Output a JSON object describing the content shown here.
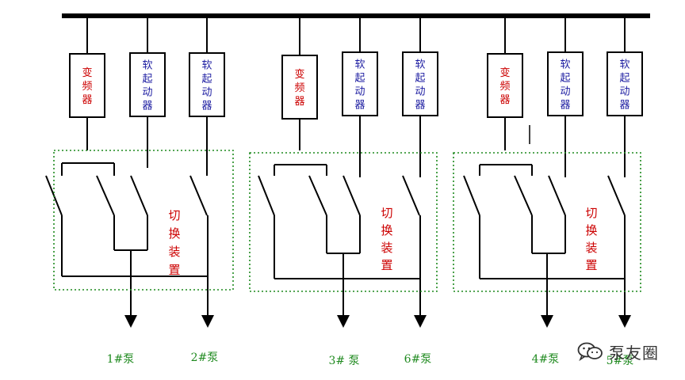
{
  "colors": {
    "line": "#000000",
    "box_border": "#000000",
    "vfd_text": "#cc0000",
    "soft_text": "#1a1aa0",
    "switch_label": "#cc0000",
    "dashed": "#1f8a1f",
    "pump_label": "#1f8a1f",
    "watermark": "#333333"
  },
  "devices": [
    {
      "id": "vfd-1",
      "label": "变频器",
      "kind": "vfd"
    },
    {
      "id": "soft-1",
      "label": "软起动器",
      "kind": "soft"
    },
    {
      "id": "soft-2",
      "label": "软起动器",
      "kind": "soft"
    },
    {
      "id": "vfd-2",
      "label": "变频器",
      "kind": "vfd"
    },
    {
      "id": "soft-3",
      "label": "软起动器",
      "kind": "soft"
    },
    {
      "id": "soft-4",
      "label": "软起动器",
      "kind": "soft"
    },
    {
      "id": "vfd-3",
      "label": "变频器",
      "kind": "vfd"
    },
    {
      "id": "soft-5",
      "label": "软起动器",
      "kind": "soft"
    },
    {
      "id": "soft-6",
      "label": "软起动器",
      "kind": "soft"
    }
  ],
  "switch_groups": [
    {
      "label": "切换装置"
    },
    {
      "label": "切换装置"
    },
    {
      "label": "切换装置"
    }
  ],
  "pumps": [
    "1#泵",
    "2#泵",
    "3#  泵",
    "6#泵",
    "4#泵",
    "5#泵"
  ],
  "watermark": {
    "text": "泵友圈",
    "icon": "wechat-icon"
  }
}
